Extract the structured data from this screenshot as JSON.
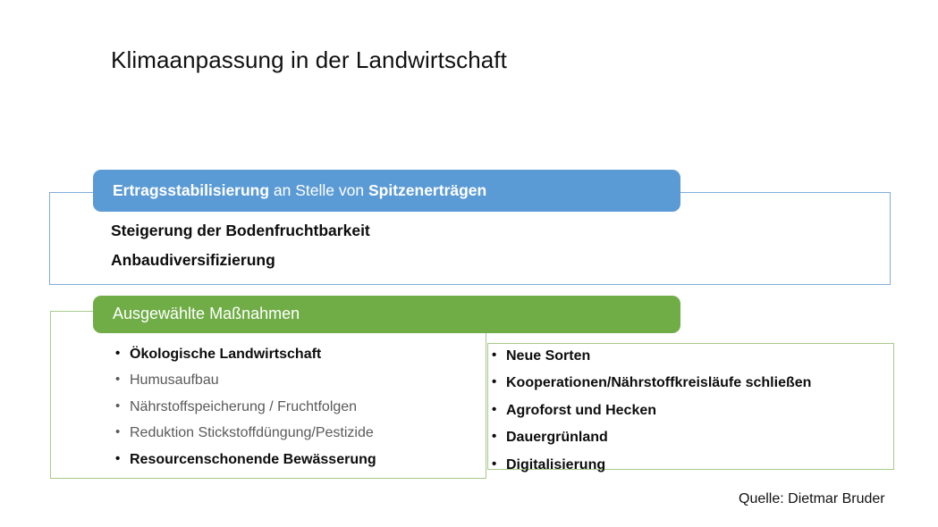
{
  "slide": {
    "title": "Klimaanpassung in der Landwirtschaft",
    "source_note": "Quelle: Dietmar Bruder"
  },
  "colors": {
    "blue_fill": "#5B9BD5",
    "blue_outline": "#7FAEDC",
    "green_fill": "#70AD47",
    "green_outline": "#A8C98A",
    "text_dark": "#0D0D0D",
    "text_muted": "#5A5A5A",
    "banner_text": "#FFFFFF",
    "background": "#FFFFFF"
  },
  "blue_section": {
    "banner": {
      "part1_bold": "Ertragsstabilisierung",
      "part2_regular": " an Stelle von ",
      "part3_bold": "Spitzenerträgen"
    },
    "body_lines": [
      "Steigerung der Bodenfruchtbarkeit",
      "Anbaudiversifizierung"
    ]
  },
  "green_section": {
    "banner": {
      "label": "Ausgewählte Maßnahmen"
    },
    "left_items": [
      {
        "text": "Ökologische Landwirtschaft",
        "emphasis": "bold"
      },
      {
        "text": "Humusaufbau",
        "emphasis": "muted"
      },
      {
        "text": "Nährstoffspeicherung / Fruchtfolgen",
        "emphasis": "muted"
      },
      {
        "text": "Reduktion Stickstoffdüngung/Pestizide",
        "emphasis": "muted"
      },
      {
        "text": "Resourcenschonende Bewässerung",
        "emphasis": "bold"
      }
    ],
    "right_items": [
      {
        "text": "Neue Sorten",
        "emphasis": "bold"
      },
      {
        "text": "Kooperationen/Nährstoffkreisläufe schließen",
        "emphasis": "bold"
      },
      {
        "text": "Agroforst und Hecken",
        "emphasis": "bold"
      },
      {
        "text": "Dauergrünland",
        "emphasis": "bold"
      },
      {
        "text": "Digitalisierung",
        "emphasis": "bold"
      }
    ]
  }
}
